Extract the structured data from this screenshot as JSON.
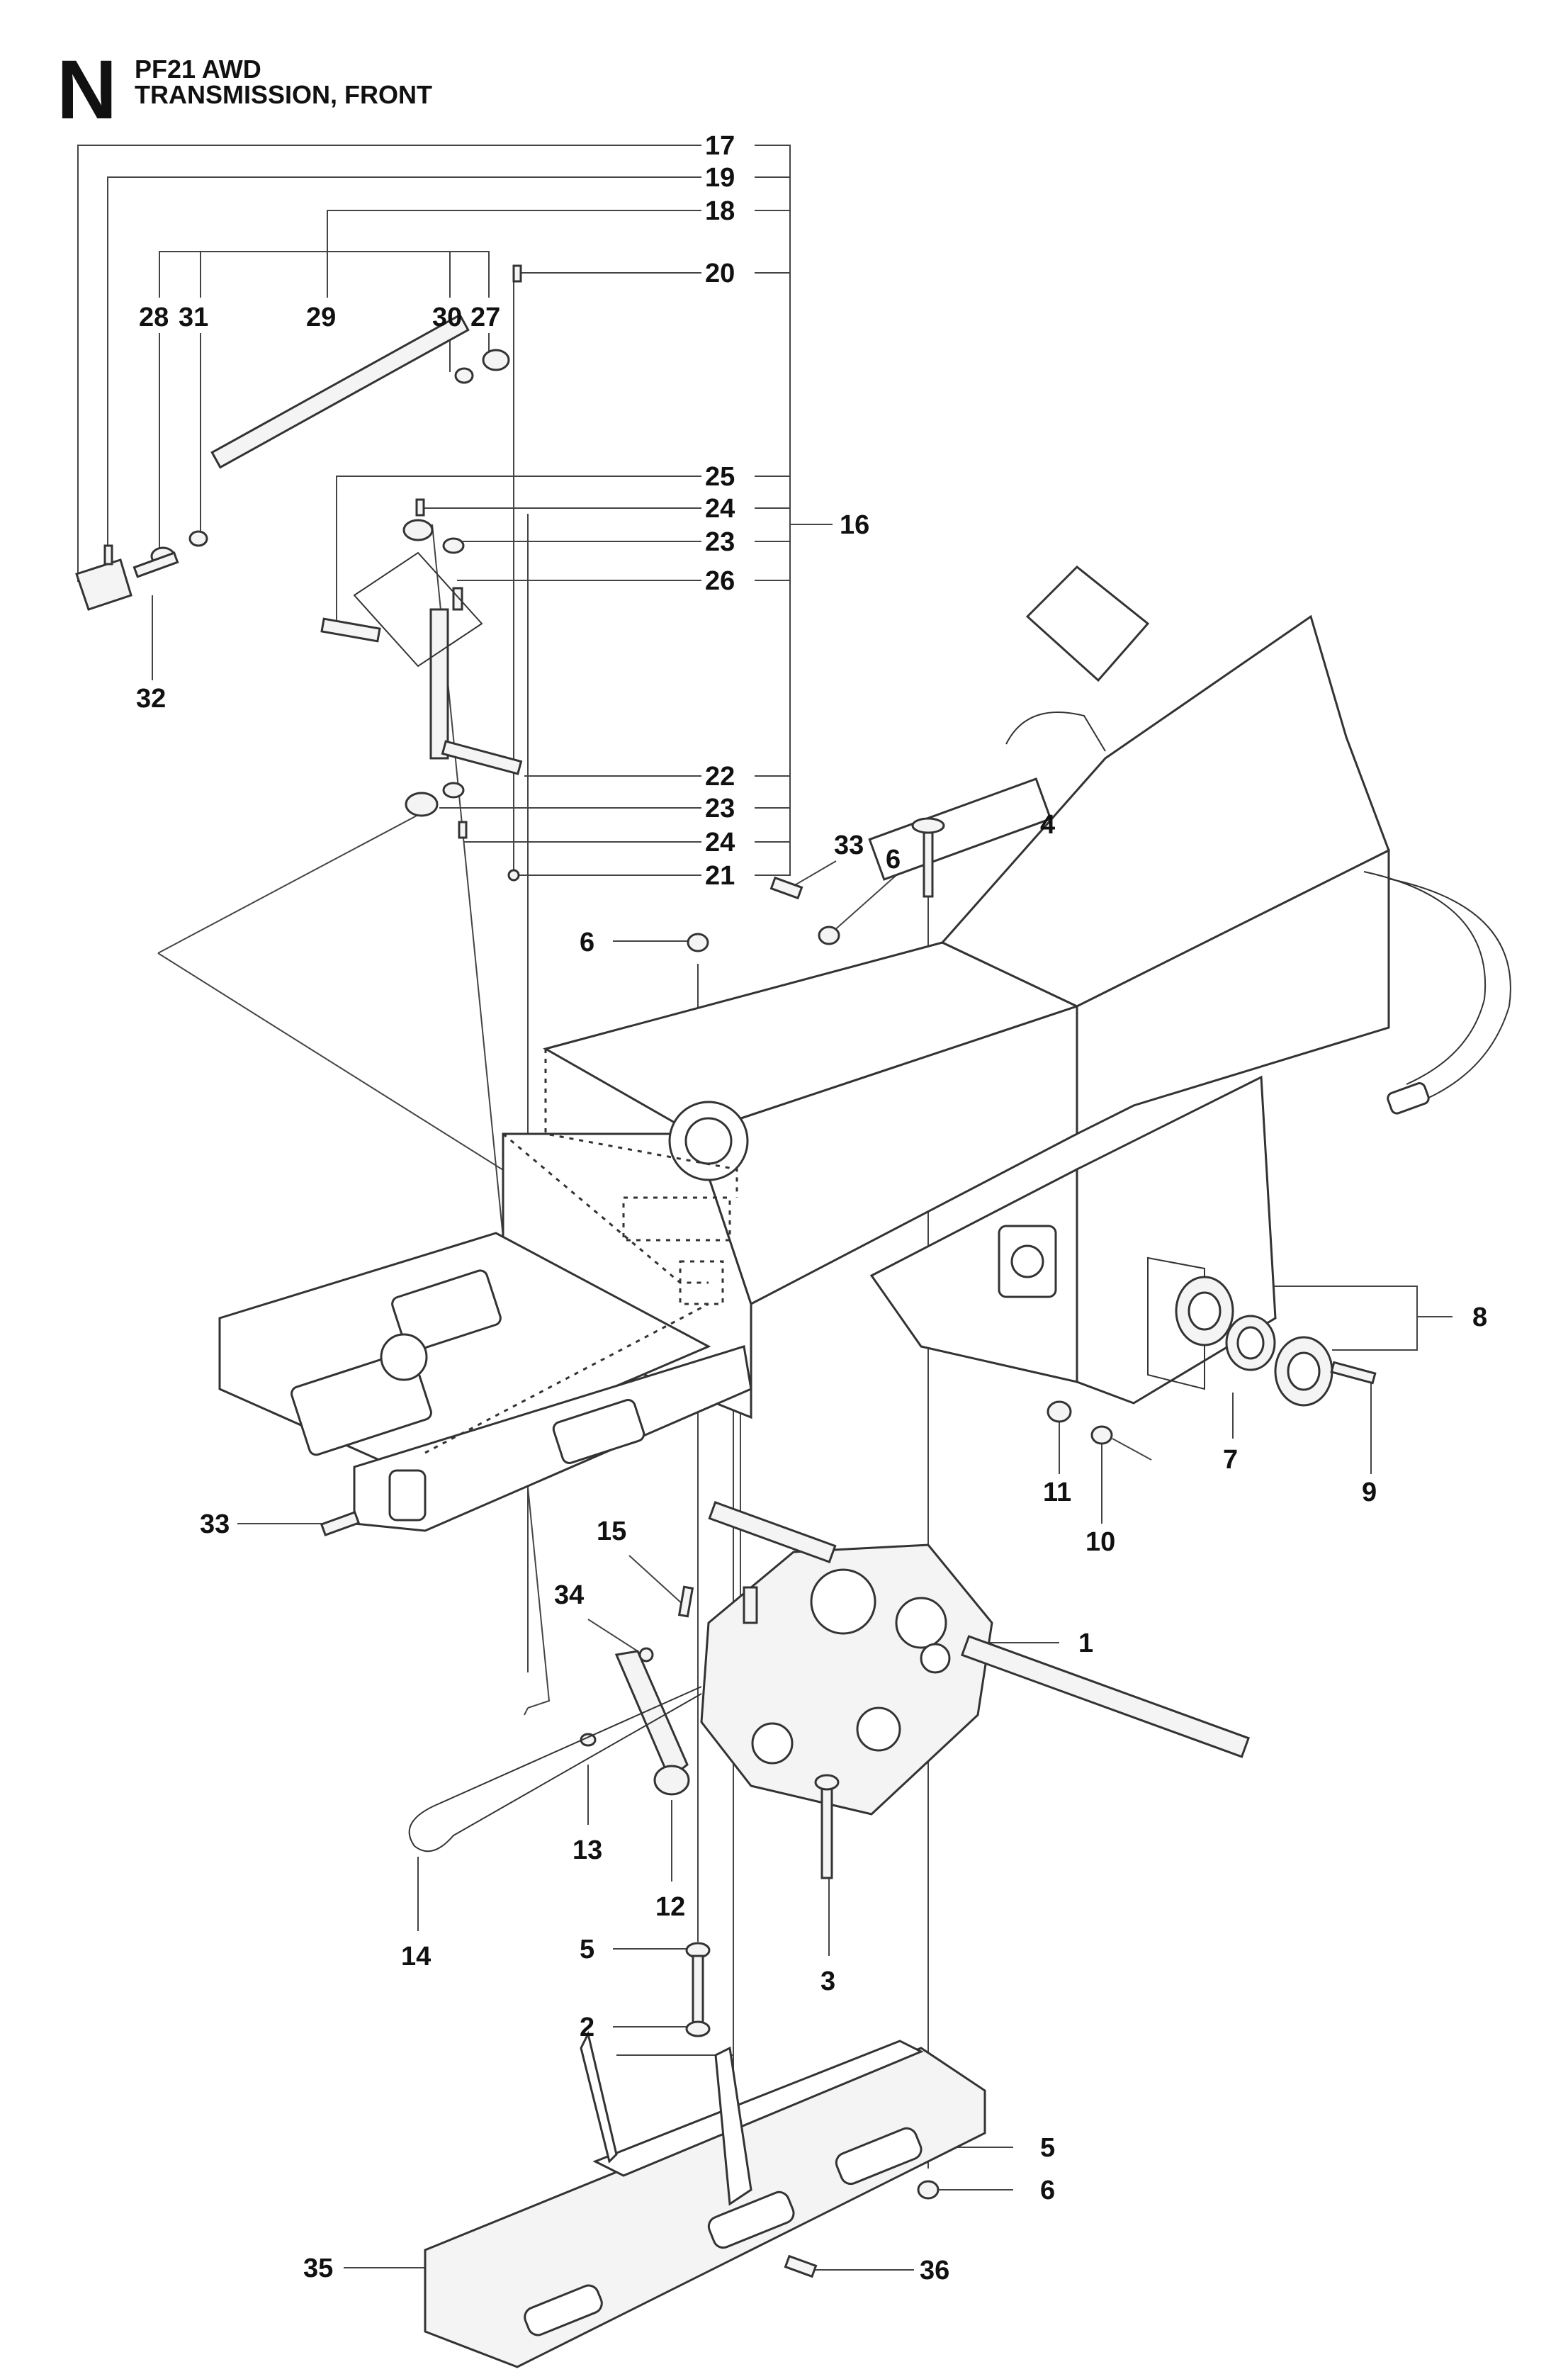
{
  "header": {
    "section_letter": "N",
    "model": "PF21 AWD",
    "title": "TRANSMISSION, FRONT"
  },
  "callouts": [
    {
      "id": "c17",
      "label": "17"
    },
    {
      "id": "c19",
      "label": "19"
    },
    {
      "id": "c18",
      "label": "18"
    },
    {
      "id": "c20",
      "label": "20"
    },
    {
      "id": "c28",
      "label": "28"
    },
    {
      "id": "c31",
      "label": "31"
    },
    {
      "id": "c29",
      "label": "29"
    },
    {
      "id": "c30",
      "label": "30"
    },
    {
      "id": "c27",
      "label": "27"
    },
    {
      "id": "c25",
      "label": "25"
    },
    {
      "id": "c24a",
      "label": "24"
    },
    {
      "id": "c23a",
      "label": "23"
    },
    {
      "id": "c16",
      "label": "16"
    },
    {
      "id": "c26",
      "label": "26"
    },
    {
      "id": "c32",
      "label": "32"
    },
    {
      "id": "c22",
      "label": "22"
    },
    {
      "id": "c23b",
      "label": "23"
    },
    {
      "id": "c24b",
      "label": "24"
    },
    {
      "id": "c21",
      "label": "21"
    },
    {
      "id": "c33a",
      "label": "33"
    },
    {
      "id": "c6a",
      "label": "6"
    },
    {
      "id": "c4",
      "label": "4"
    },
    {
      "id": "c6b",
      "label": "6"
    },
    {
      "id": "c8",
      "label": "8"
    },
    {
      "id": "c7",
      "label": "7"
    },
    {
      "id": "c9",
      "label": "9"
    },
    {
      "id": "c11",
      "label": "11"
    },
    {
      "id": "c10",
      "label": "10"
    },
    {
      "id": "c33b",
      "label": "33"
    },
    {
      "id": "c15",
      "label": "15"
    },
    {
      "id": "c34",
      "label": "34"
    },
    {
      "id": "c1",
      "label": "1"
    },
    {
      "id": "c13",
      "label": "13"
    },
    {
      "id": "c12",
      "label": "12"
    },
    {
      "id": "c14",
      "label": "14"
    },
    {
      "id": "c5a",
      "label": "5"
    },
    {
      "id": "c3",
      "label": "3"
    },
    {
      "id": "c2",
      "label": "2"
    },
    {
      "id": "c5b",
      "label": "5"
    },
    {
      "id": "c6c",
      "label": "6"
    },
    {
      "id": "c35",
      "label": "35"
    },
    {
      "id": "c36",
      "label": "36"
    }
  ]
}
